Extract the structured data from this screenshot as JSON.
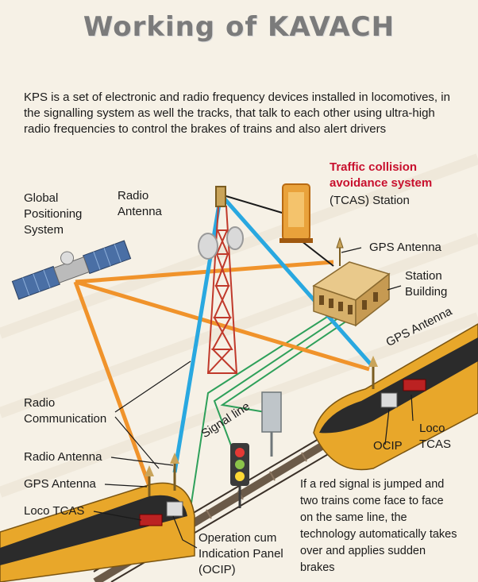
{
  "title": "Working of KAVACH",
  "intro": "KPS is a set of electronic and radio frequency devices installed in locomotives, in the signalling system as well the tracks, that talk to each other using ultra-high radio frequencies to control the brakes of trains and also alert drivers",
  "labels": {
    "gps_system": [
      "Global",
      "Positioning",
      "System"
    ],
    "radio_antenna_tower": [
      "Radio",
      "Antenna"
    ],
    "tcas_title": [
      "Traffic collision",
      "avoidance system"
    ],
    "tcas_station": "(TCAS) Station",
    "gps_antenna_station": "GPS Antenna",
    "station_building": [
      "Station",
      "Building"
    ],
    "gps_antenna_train2": "GPS Antenna",
    "radio_communication": [
      "Radio",
      "Communication"
    ],
    "signal_line": "Signal line",
    "ocip_train2": "OCIP",
    "loco_tcas_train2": [
      "Loco",
      "TCAS"
    ],
    "radio_antenna_train1": "Radio Antenna",
    "gps_antenna_train1": "GPS Antenna",
    "loco_tcas_train1": "Loco TCAS",
    "ocip_train1": [
      "Operation cum",
      "Indication Panel",
      "(OCIP)"
    ]
  },
  "note": "If a red signal is jumped and two trains come face to face on the same line, the technology automatically takes over and applies sudden brakes",
  "colors": {
    "title": "#7b7b7b",
    "gps_link": "#f0932b",
    "radio_link": "#29a8e0",
    "signal_line": "#2ea05a",
    "tower": "#c0392b",
    "tcas_red": "#c8102e",
    "train_gold": "#e8a72a"
  },
  "icons": [
    "satellite-icon",
    "radio-tower-icon",
    "tcas-station-icon",
    "station-building-icon",
    "signal-box-icon",
    "traffic-signal-icon",
    "train-icon"
  ]
}
